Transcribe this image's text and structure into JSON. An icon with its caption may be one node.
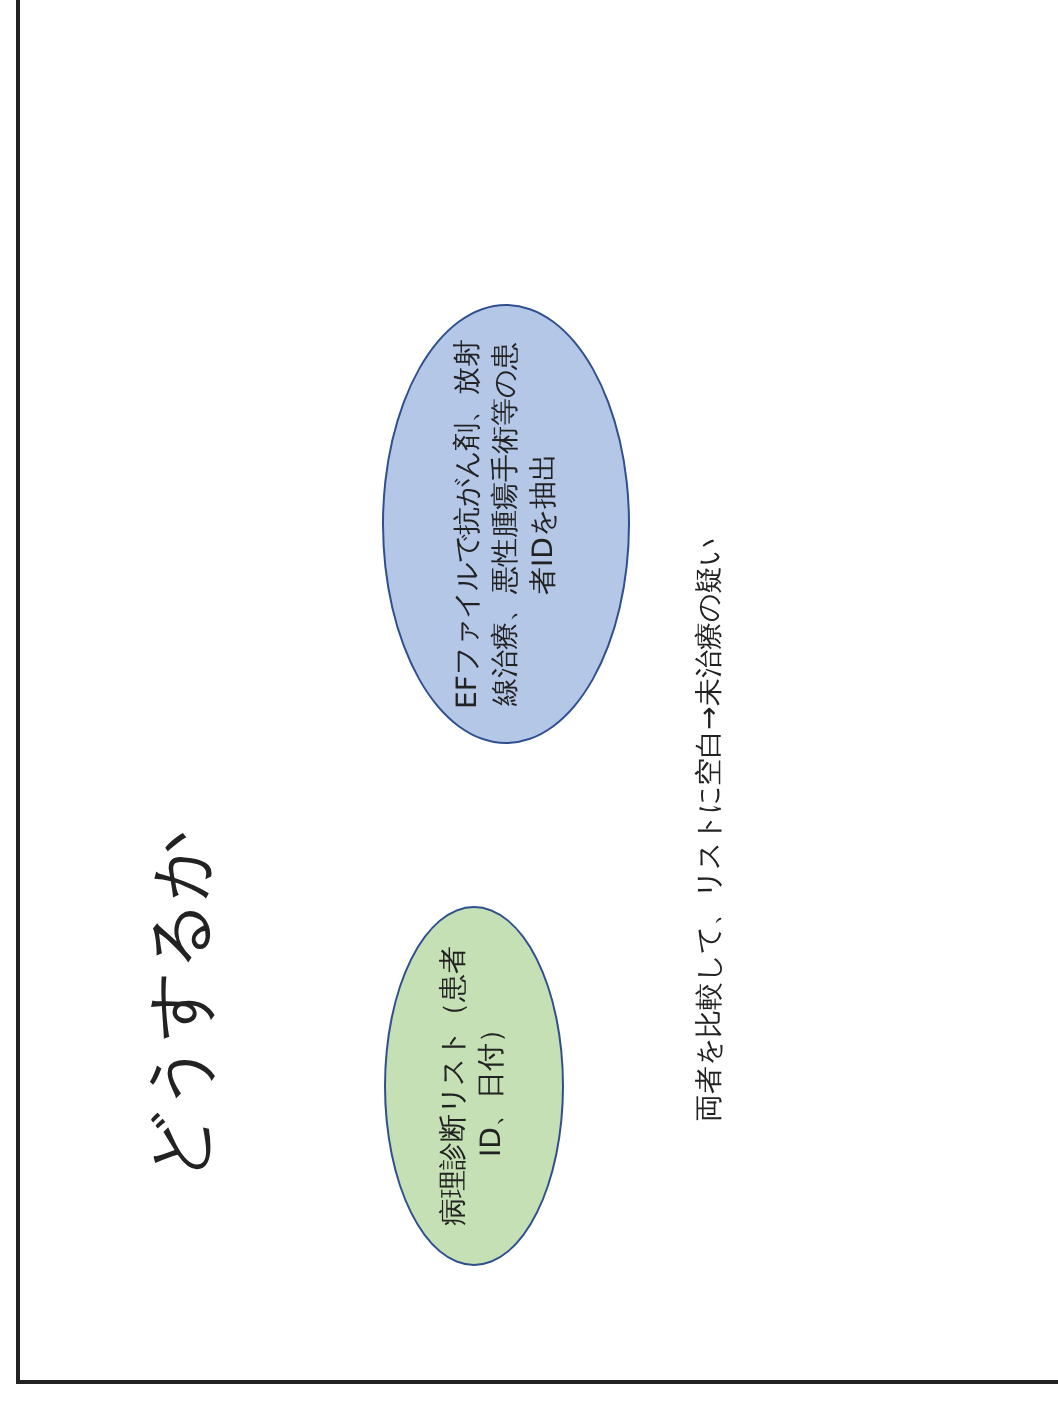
{
  "diagram": {
    "title": "どうするか",
    "nodes": [
      {
        "text": [
          "病理診断リスト（患者ID、日付）"
        ]
      },
      {
        "text": [
          "EFファイルで抗がん剤、放射線治療、悪性腫瘍手術等の患者IDを抽出"
        ]
      }
    ],
    "edges": [],
    "labels": [
      "両者を比較して、リストに空白→未治療の疑い"
    ]
  }
}
